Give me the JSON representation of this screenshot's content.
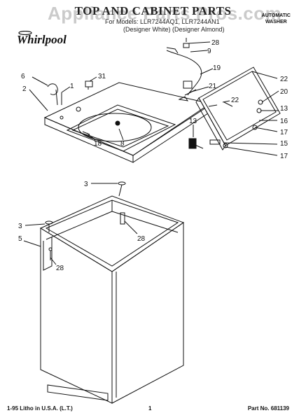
{
  "header": {
    "title": "TOP AND CABINET PARTS",
    "watermark": "Appliance Parts Pros.com",
    "models_line": "For Models: LLR7244AQ1, LLR7244AN1",
    "designer_line": "(Designer White) (Designer Almond)",
    "automatic_label": "AUTOMATIC",
    "washer_label": "WASHER"
  },
  "logo": {
    "text": "Whirlpool"
  },
  "callouts": [
    "28",
    "9",
    "19",
    "31",
    "6",
    "1",
    "2",
    "22",
    "20",
    "22",
    "13",
    "16",
    "17",
    "21",
    "18",
    "8",
    "13",
    "15",
    "17",
    "3",
    "28",
    "3",
    "5",
    "28"
  ],
  "footer": {
    "print_info": "1-95 Litho in U.S.A. (L.T.)",
    "page_number": "1",
    "part_number": "Part No. 681139"
  }
}
